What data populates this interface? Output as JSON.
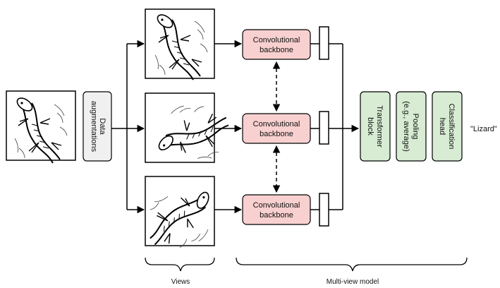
{
  "labels": {
    "data_aug_line1": "Data",
    "data_aug_line2": "augmentations",
    "backbone_line1": "Convolutional",
    "backbone_line2": "backbone",
    "transformer_line1": "Transformer",
    "transformer_line2": "block",
    "pooling_line1": "Pooling",
    "pooling_line2": "(e.g., average)",
    "classification_line1": "Classification",
    "classification_line2": "head",
    "output": "\"Lizard\"",
    "views_caption": "Views",
    "model_caption": "Multi-view model"
  },
  "colors": {
    "backbone_fill": "#f7d0cf",
    "head_fill": "#d7ecd3",
    "aug_fill": "#f0f0f0",
    "stroke": "#000000"
  },
  "icons": {
    "image": "lizard-sketch-icon"
  }
}
